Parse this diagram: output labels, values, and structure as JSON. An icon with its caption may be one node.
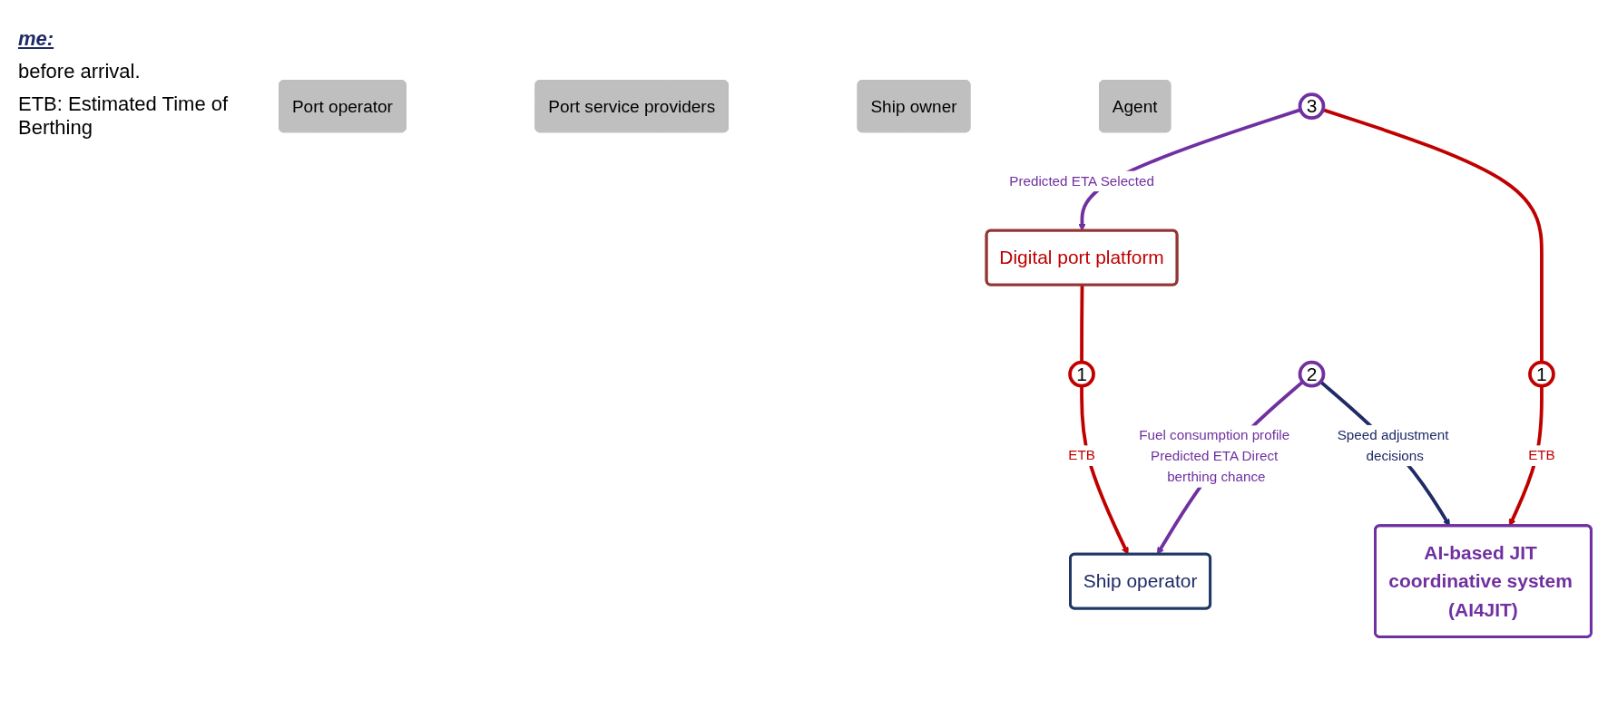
{
  "diagram": {
    "nodes": [
      {
        "text": [
          "Port operator"
        ]
      },
      {
        "text": [
          "Port service providers"
        ]
      },
      {
        "text": [
          "Digital port platform"
        ]
      },
      {
        "text": [
          "1"
        ]
      },
      {
        "text": [
          "3"
        ]
      },
      {
        "text": [
          "1"
        ]
      },
      {
        "text": [
          "Ship owner"
        ]
      },
      {
        "text": [
          "Ship operator"
        ]
      },
      {
        "text": [
          "Agent"
        ]
      },
      {
        "text": [
          "2"
        ]
      },
      {
        "text": [
          "AI-based JIT coordinative system (AI4JIT)"
        ]
      }
    ],
    "edges": [
      {
        "from": 2,
        "to": 3,
        "arrow": "none"
      },
      {
        "from": 3,
        "to": 7,
        "arrow": "to",
        "label": "ETB"
      },
      {
        "from": 4,
        "to": 2,
        "arrow": "to",
        "label": "Predicted ETA Selected",
        "color": "#7030a0"
      },
      {
        "from": 4,
        "to": 5,
        "arrow": "none"
      },
      {
        "from": 5,
        "to": 10,
        "arrow": "to",
        "label": "ETB"
      },
      {
        "from": 9,
        "to": 7,
        "arrow": "to",
        "label": "Fuel consumption profile Predicted ETA Direct berthing chance",
        "color": "#7030a0"
      },
      {
        "from": 9,
        "to": 10,
        "arrow": "to",
        "label": "Speed adjustment decisions",
        "color": "#1f2a66"
      }
    ],
    "labels": [
      "me:",
      "before arrival.",
      "ETB: Estimated Time of Berthing"
    ]
  }
}
